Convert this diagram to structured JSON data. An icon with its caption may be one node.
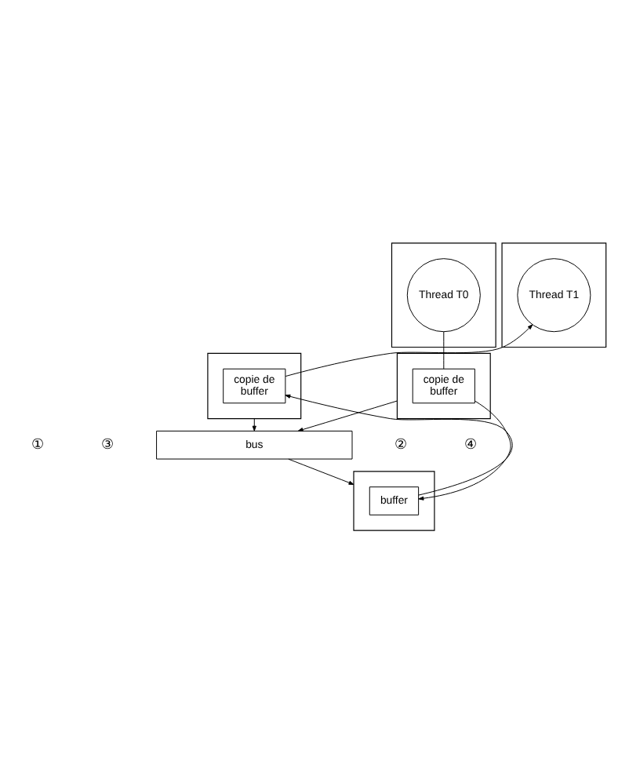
{
  "diagram": {
    "nodes": [
      {
        "text": [],
        "shape": "box"
      },
      {
        "text": [
          "Thread T0"
        ],
        "in": 0
      },
      {
        "text": [],
        "shape": "box"
      },
      {
        "text": [
          "Thread T1"
        ],
        "in": 2
      },
      {
        "text": [],
        "shape": "box"
      },
      {
        "text": [
          "copie de",
          "buffer"
        ],
        "in": 4
      },
      {
        "text": [],
        "shape": "box"
      },
      {
        "text": [
          "copie de",
          "buffer"
        ],
        "in": 6
      },
      {
        "text": [
          "bus"
        ]
      },
      {
        "text": [],
        "shape": "box"
      },
      {
        "text": [
          "buffer"
        ],
        "in": 9
      }
    ],
    "edges": [
      {
        "from": 1,
        "to": 5,
        "arrow": "none"
      },
      {
        "from": 7,
        "to": 3,
        "arrow": "to"
      },
      {
        "from": 4,
        "to": 8,
        "arrow": "to"
      },
      {
        "from": 6,
        "to": 8,
        "arrow": "to"
      },
      {
        "from": 8,
        "to": 9,
        "arrow": "to"
      },
      {
        "from": 5,
        "to": 10,
        "arrow": "to"
      },
      {
        "from": 10,
        "to": 7,
        "arrow": "to"
      }
    ],
    "labels": [
      "①",
      "③",
      "②",
      "④"
    ]
  }
}
